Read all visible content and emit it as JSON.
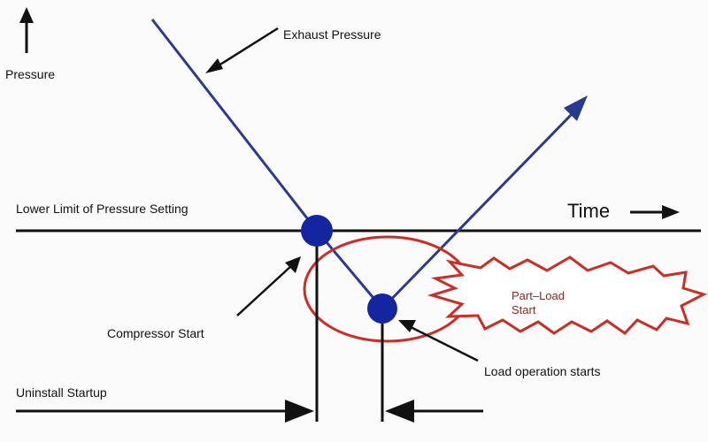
{
  "labels": {
    "pressure_axis": "Pressure",
    "exhaust_pressure": "Exhaust Pressure",
    "lower_limit": "Lower Limit of Pressure Setting",
    "time_axis": "Time",
    "part_load_line1": "Part–Load",
    "part_load_line2": "Start",
    "compressor_start": "Compressor Start",
    "load_operation_starts": "Load operation starts",
    "uninstall_startup": "Uninstall Startup"
  },
  "colors": {
    "pressure_line": "#2a3a8f",
    "point": "#1326a0",
    "highlight": "#cc2d25",
    "part_load_text": "#8a2a22",
    "ink": "#111111"
  },
  "icons": {
    "pressure_axis_arrow": "arrow-up-icon",
    "time_arrow": "arrow-right-icon",
    "rise_arrow": "arrowhead-icon"
  }
}
